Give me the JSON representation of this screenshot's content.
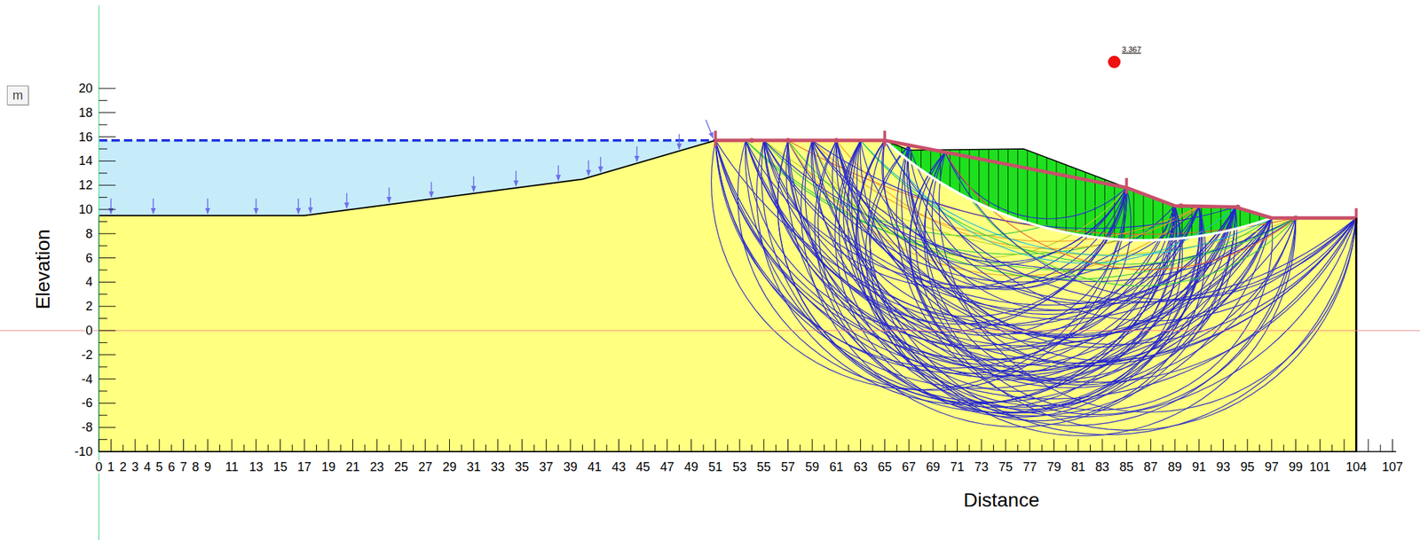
{
  "diagram": {
    "nodes": [
      {
        "text": [
          "m"
        ]
      }
    ],
    "labels": [
      "3.367",
      "20",
      "18",
      "16",
      "14",
      "12",
      "10",
      "8",
      "6",
      "4",
      "2",
      "0",
      "-2",
      "-4",
      "-6",
      "-8",
      "-10",
      "Elevation",
      "0",
      "1",
      "2",
      "3",
      "4",
      "5",
      "6",
      "7",
      "8",
      "9",
      "11",
      "13",
      "15",
      "17",
      "19",
      "21",
      "23",
      "25",
      "27",
      "29",
      "31",
      "33",
      "35",
      "37",
      "39",
      "41",
      "43",
      "45",
      "47",
      "49",
      "51",
      "53",
      "55",
      "57",
      "59",
      "61",
      "63",
      "65",
      "67",
      "69",
      "71",
      "73",
      "75",
      "77",
      "79",
      "81",
      "83",
      "85",
      "87",
      "89",
      "91",
      "93",
      "95",
      "97",
      "99",
      "101",
      "104",
      "107",
      "Distance"
    ]
  }
}
